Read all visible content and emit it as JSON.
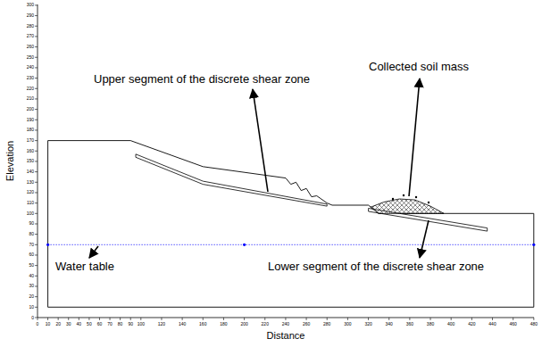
{
  "diagram": {
    "labels": [
      "Upper segment of the discrete shear zone",
      "Collected soil mass",
      "Water table",
      "Lower segment of the discrete shear zone",
      "Elevation",
      "Distance",
      "0",
      "10",
      "20",
      "30",
      "40",
      "50",
      "60",
      "70",
      "80",
      "90",
      "100",
      "110",
      "120",
      "130",
      "140",
      "150",
      "160",
      "170",
      "180",
      "190",
      "200",
      "210",
      "220",
      "230",
      "240",
      "250",
      "260",
      "270",
      "280",
      "290",
      "300",
      "0",
      "10",
      "20",
      "30",
      "40",
      "50",
      "60",
      "70",
      "80",
      "90",
      "100",
      "120",
      "140",
      "160",
      "180",
      "200",
      "220",
      "240",
      "260",
      "280",
      "300",
      "320",
      "340",
      "360",
      "380",
      "400",
      "420",
      "440",
      "460",
      "480"
    ]
  }
}
